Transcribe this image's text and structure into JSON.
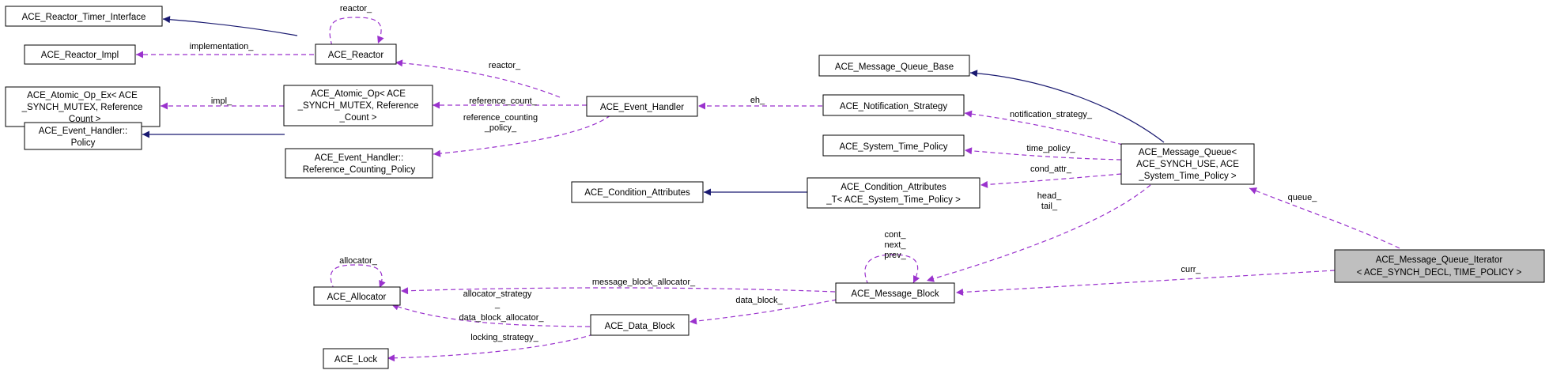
{
  "nodes": {
    "reactor_timer_interface": {
      "lines": [
        "ACE_Reactor_Timer_Interface"
      ]
    },
    "reactor_impl": {
      "lines": [
        "ACE_Reactor_Impl"
      ]
    },
    "reactor": {
      "lines": [
        "ACE_Reactor"
      ]
    },
    "atomic_op_ex": {
      "lines": [
        "ACE_Atomic_Op_Ex< ACE",
        "_SYNCH_MUTEX, Reference",
        "_Count >"
      ]
    },
    "atomic_op": {
      "lines": [
        "ACE_Atomic_Op< ACE",
        "_SYNCH_MUTEX, Reference",
        "_Count >"
      ]
    },
    "event_handler_policy": {
      "lines": [
        "ACE_Event_Handler::",
        "Policy"
      ]
    },
    "reference_counting_policy": {
      "lines": [
        "ACE_Event_Handler::",
        "Reference_Counting_Policy"
      ]
    },
    "event_handler": {
      "lines": [
        "ACE_Event_Handler"
      ]
    },
    "message_queue_base": {
      "lines": [
        "ACE_Message_Queue_Base"
      ]
    },
    "notification_strategy": {
      "lines": [
        "ACE_Notification_Strategy"
      ]
    },
    "system_time_policy": {
      "lines": [
        "ACE_System_Time_Policy"
      ]
    },
    "condition_attributes": {
      "lines": [
        "ACE_Condition_Attributes"
      ]
    },
    "condition_attributes_t": {
      "lines": [
        "ACE_Condition_Attributes",
        "_T< ACE_System_Time_Policy >"
      ]
    },
    "message_queue": {
      "lines": [
        "ACE_Message_Queue<",
        "ACE_SYNCH_USE, ACE",
        "_System_Time_Policy >"
      ]
    },
    "message_queue_iterator": {
      "lines": [
        "ACE_Message_Queue_Iterator",
        "< ACE_SYNCH_DECL, TIME_POLICY >"
      ]
    },
    "allocator": {
      "lines": [
        "ACE_Allocator"
      ]
    },
    "message_block": {
      "lines": [
        "ACE_Message_Block"
      ]
    },
    "data_block": {
      "lines": [
        "ACE_Data_Block"
      ]
    },
    "lock": {
      "lines": [
        "ACE_Lock"
      ]
    }
  },
  "edge_labels": {
    "reactor_self": [
      "reactor_"
    ],
    "implementation": [
      "implementation_"
    ],
    "reactor": [
      "reactor_"
    ],
    "impl": [
      "impl_"
    ],
    "reference_count": [
      "reference_count_"
    ],
    "reference_counting_policy": [
      "reference_counting",
      "_policy_"
    ],
    "eh": [
      "eh_"
    ],
    "notification_strategy": [
      "notification_strategy_"
    ],
    "time_policy": [
      "time_policy_"
    ],
    "cond_attr": [
      "cond_attr_"
    ],
    "head_tail": [
      "head_",
      "tail_"
    ],
    "queue": [
      "queue_"
    ],
    "mb_self": [
      "cont_",
      "next_",
      "prev_"
    ],
    "curr": [
      "curr_"
    ],
    "allocator_self": [
      "allocator_"
    ],
    "message_block_allocator": [
      "message_block_allocator_"
    ],
    "allocator_strategy": [
      "allocator_strategy",
      "_",
      "data_block_allocator_"
    ],
    "data_block": [
      "data_block_"
    ],
    "locking_strategy": [
      "locking_strategy_"
    ]
  },
  "colors": {
    "inheritance_edge": "#191970",
    "usage_edge": "#9a32cd",
    "highlight_fill": "#bfbfbf"
  }
}
